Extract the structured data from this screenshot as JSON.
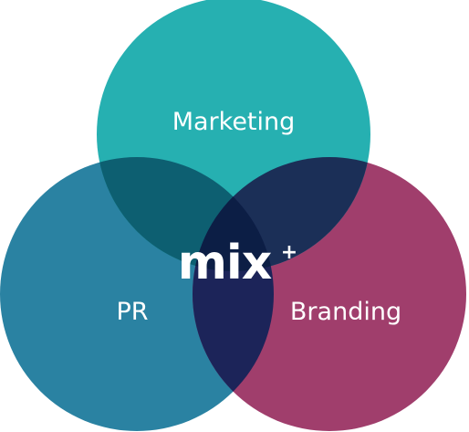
{
  "diagram": {
    "top_circle": {
      "label": "Marketing",
      "color": "#26b0b1"
    },
    "left_circle": {
      "label": "PR",
      "color": "#2a82a2"
    },
    "right_circle": {
      "label": "Branding",
      "color": "#a03e6c"
    },
    "overlap_top_left_color": "#0d5f71",
    "overlap_top_right_color": "#1b2f57",
    "overlap_left_right_color": "#1c2459",
    "overlap_center_color": "#0c1e45",
    "center_mark": {
      "text": "mix",
      "superscript": "+"
    }
  }
}
